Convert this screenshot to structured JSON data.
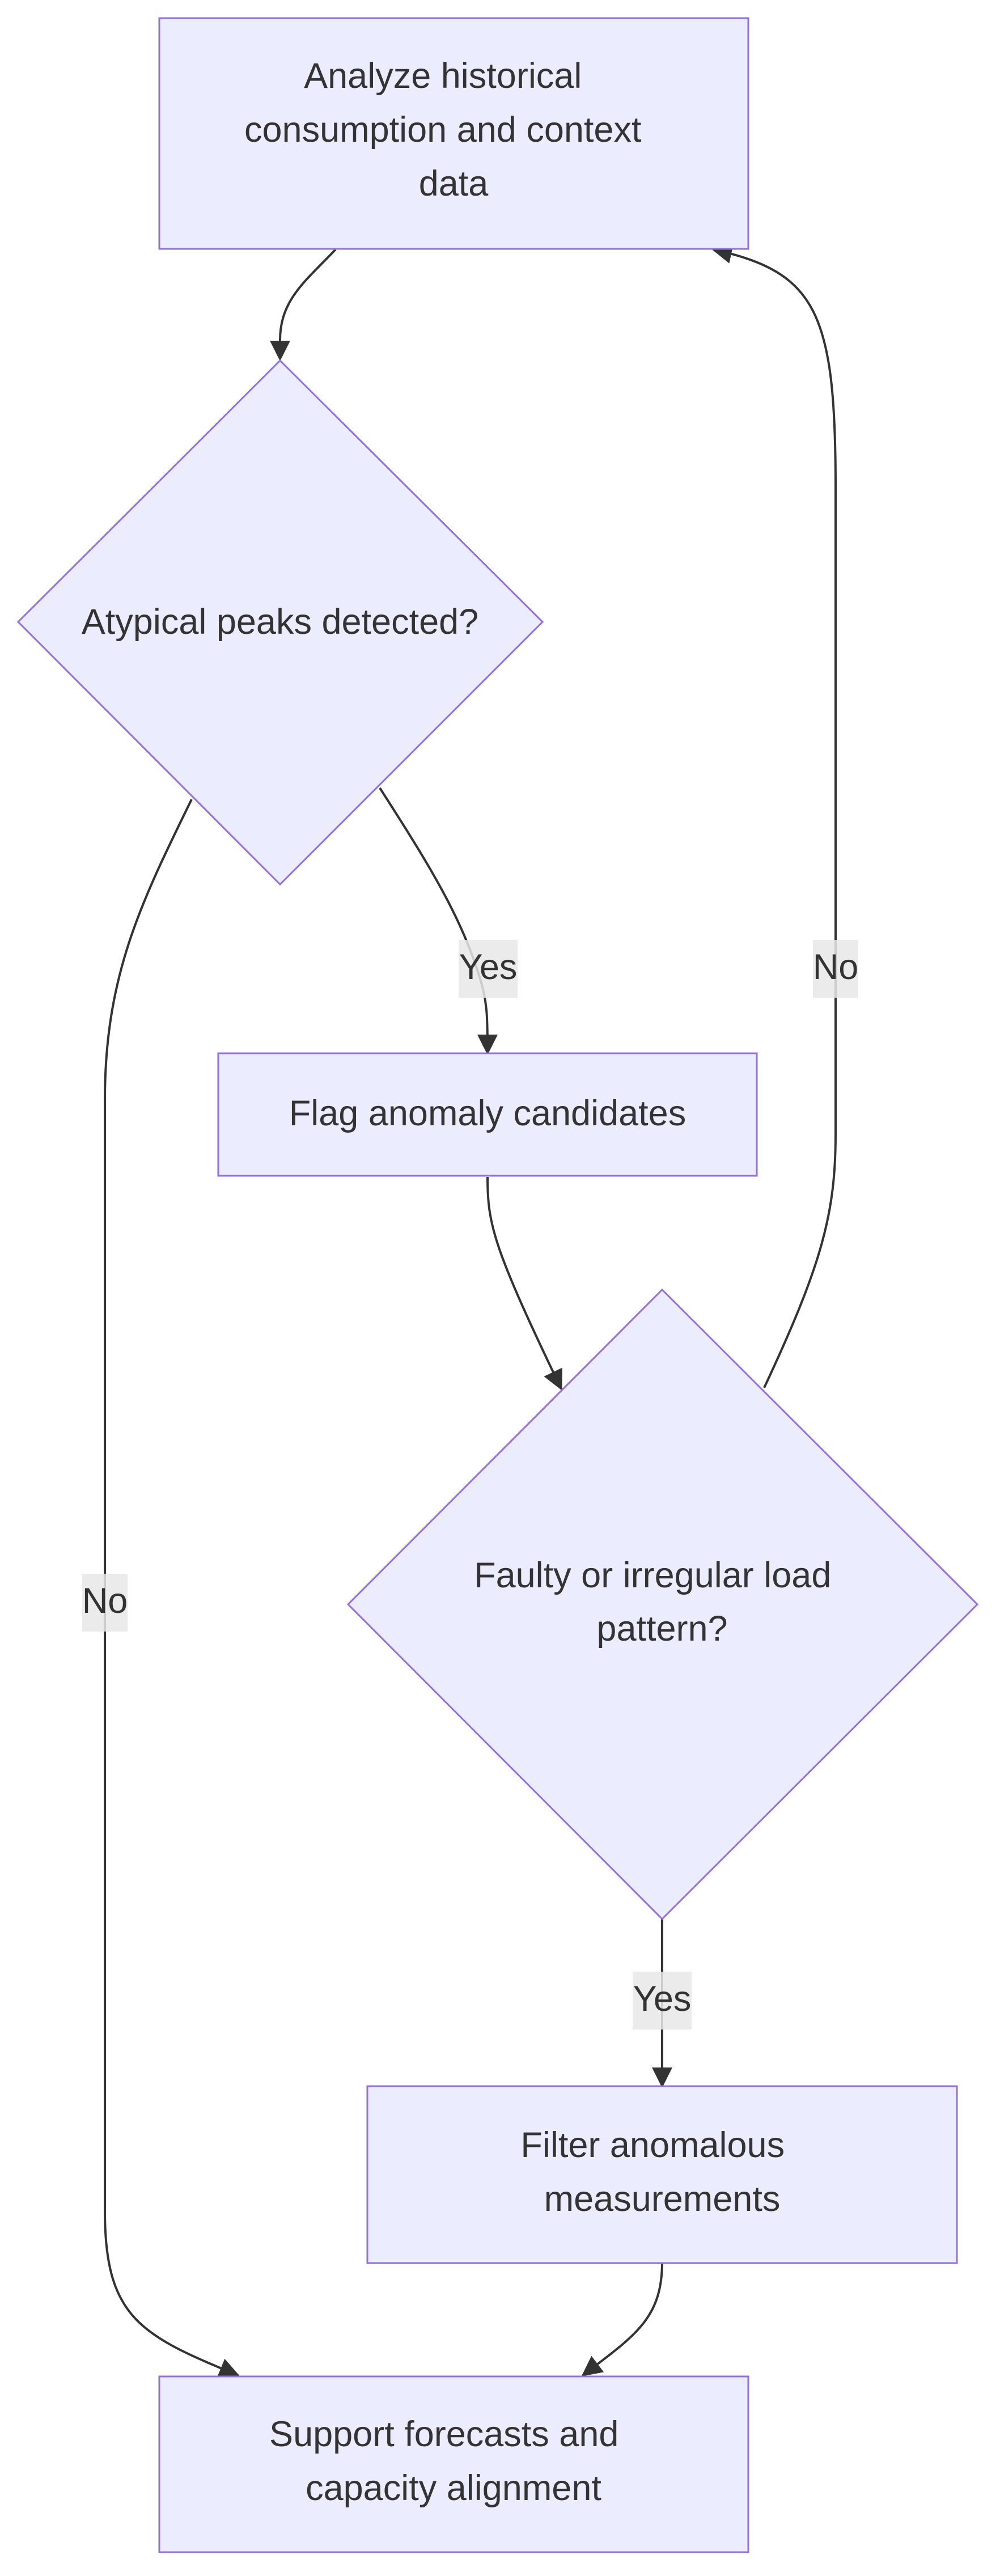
{
  "nodes": {
    "analyze": {
      "lines": [
        "Analyze historical",
        "consumption and context",
        "data"
      ]
    },
    "peaks": {
      "lines": [
        "Atypical peaks detected?"
      ]
    },
    "flag": {
      "lines": [
        "Flag anomaly candidates"
      ]
    },
    "faulty": {
      "lines": [
        "Faulty or irregular load",
        "pattern?"
      ]
    },
    "filter": {
      "lines": [
        "Filter anomalous",
        "measurements"
      ]
    },
    "support": {
      "lines": [
        "Support forecasts and",
        "capacity alignment"
      ]
    }
  },
  "edges": {
    "peaks_yes": "Yes",
    "peaks_no": "No",
    "faulty_no": "No",
    "faulty_yes": "Yes"
  },
  "colors": {
    "node_fill": "#ECECFF",
    "node_stroke": "#9370DB",
    "edge": "#333333",
    "label_bg": "#E8E8E8"
  }
}
